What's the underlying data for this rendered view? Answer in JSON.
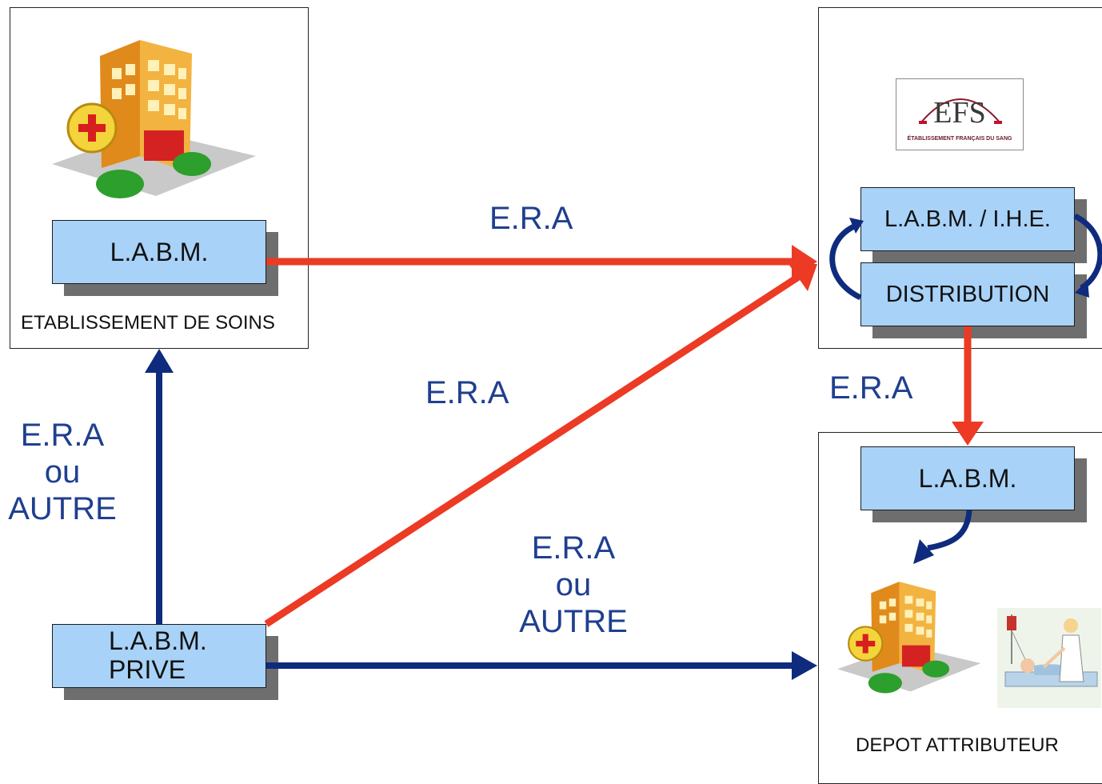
{
  "colors": {
    "red": "#ec3a24",
    "navy": "#0f2b7d",
    "box_fill": "#a8d2f8",
    "label_text": "#1f3f8f"
  },
  "left_top": {
    "box_label": "L.A.B.M.",
    "caption": "ETABLISSEMENT DE SOINS",
    "icon": "hospital-icon"
  },
  "right_top": {
    "logo": {
      "text": "EFS",
      "subtitle": "ÉTABLISSEMENT FRANÇAIS DU SANG"
    },
    "box1": "L.A.B.M. / I.H.E.",
    "box2": "DISTRIBUTION"
  },
  "right_bottom": {
    "box_label": "L.A.B.M.",
    "caption": "DEPOT ATTRIBUTEUR",
    "icons": [
      "hospital-icon",
      "patient-care-icon"
    ]
  },
  "left_bottom": {
    "line1": "L.A.B.M.",
    "line2": "PRIVE"
  },
  "labels": {
    "top_arrow": "E.R.A",
    "diag_arrow": "E.R.A",
    "down_arrow": "E.R.A",
    "left_up": {
      "line1": "E.R.A",
      "line2": "ou",
      "line3": "AUTRE"
    },
    "bottom": {
      "line1": "E.R.A",
      "line2": "ou",
      "line3": "AUTRE"
    }
  }
}
